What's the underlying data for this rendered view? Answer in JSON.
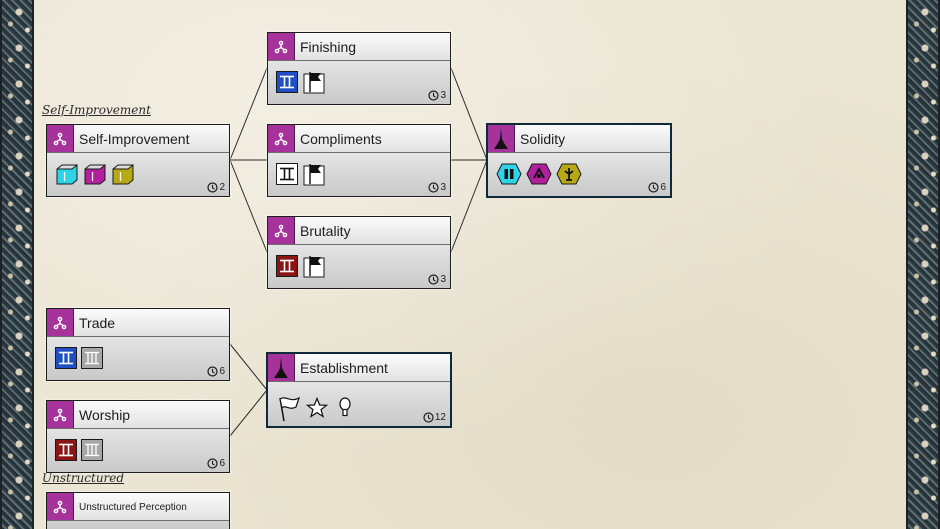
{
  "section_labels": {
    "self_improvement": "Self-Improvement",
    "unstructured": "Unstructured"
  },
  "cards": {
    "self_improvement": {
      "title": "Self-Improvement",
      "turns": "2",
      "badge_icon": "tech-node-icon",
      "icons": [
        "cyan-pillar-cube-icon",
        "magenta-pillar-cube-icon",
        "yellow-pillar-cube-icon"
      ]
    },
    "finishing": {
      "title": "Finishing",
      "turns": "3",
      "badge_icon": "tech-node-icon",
      "icons": [
        "blue-pillar-icon",
        "banner-card-icon"
      ]
    },
    "compliments": {
      "title": "Compliments",
      "turns": "3",
      "badge_icon": "tech-node-icon",
      "icons": [
        "white-pillar-icon",
        "banner-card-icon"
      ]
    },
    "brutality": {
      "title": "Brutality",
      "turns": "3",
      "badge_icon": "tech-node-icon",
      "icons": [
        "red-pillar-icon",
        "banner-card-icon"
      ]
    },
    "solidity": {
      "title": "Solidity",
      "turns": "6",
      "badge_icon": "spire-icon",
      "icons": [
        "cyan-hex-icon",
        "magenta-hex-icon",
        "yellow-hex-icon"
      ]
    },
    "trade": {
      "title": "Trade",
      "turns": "6",
      "badge_icon": "tech-node-icon",
      "icons": [
        "blue-pillar-icon",
        "gray-columns-icon"
      ]
    },
    "worship": {
      "title": "Worship",
      "turns": "6",
      "badge_icon": "tech-node-icon",
      "icons": [
        "red-pillar-icon",
        "gray-columns-icon"
      ]
    },
    "establishment": {
      "title": "Establishment",
      "turns": "12",
      "badge_icon": "spire-icon",
      "icons": [
        "flag-icon",
        "star-icon",
        "bulb-icon"
      ]
    },
    "unstructured_perception": {
      "title": "Unstructured Perception",
      "badge_icon": "tech-node-icon"
    }
  },
  "colors": {
    "badge": "#a6339b",
    "blue": "#1f4fc2",
    "red": "#8a1515",
    "cyan": "#2fd3e6",
    "magenta": "#b21f9f",
    "yellow": "#b7a916"
  }
}
